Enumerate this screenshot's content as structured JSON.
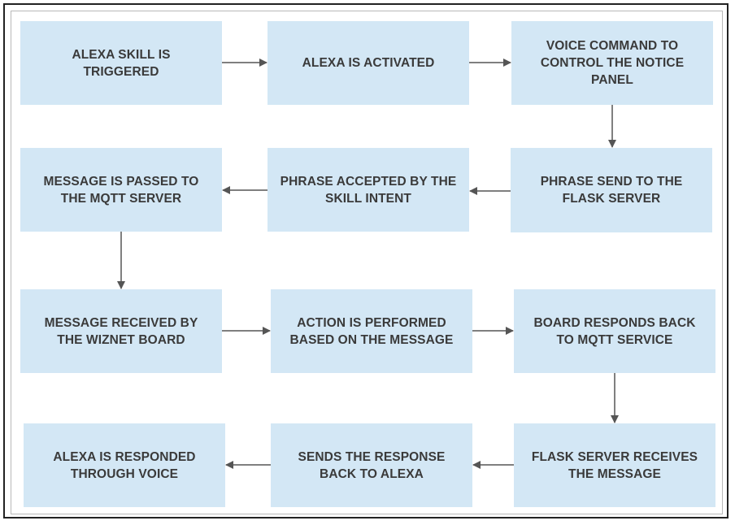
{
  "diagram": {
    "nodes": [
      {
        "id": "n1",
        "label": "ALEXA SKILL IS\nTRIGGERED"
      },
      {
        "id": "n2",
        "label": "ALEXA IS ACTIVATED"
      },
      {
        "id": "n3",
        "label": "VOICE COMMAND TO\nCONTROL THE NOTICE\nPANEL"
      },
      {
        "id": "n4",
        "label": "PHRASE SEND TO THE\nFLASK SERVER"
      },
      {
        "id": "n5",
        "label": "PHRASE ACCEPTED BY THE\nSKILL INTENT"
      },
      {
        "id": "n6",
        "label": "MESSAGE IS PASSED TO\nTHE MQTT SERVER"
      },
      {
        "id": "n7",
        "label": "MESSAGE RECEIVED BY\nTHE WIZNET BOARD"
      },
      {
        "id": "n8",
        "label": "ACTION IS PERFORMED\nBASED ON THE MESSAGE"
      },
      {
        "id": "n9",
        "label": "BOARD RESPONDS BACK\nTO MQTT SERVICE"
      },
      {
        "id": "n10",
        "label": "FLASK SERVER RECEIVES\nTHE MESSAGE"
      },
      {
        "id": "n11",
        "label": "SENDS THE RESPONSE\nBACK TO ALEXA"
      },
      {
        "id": "n12",
        "label": "ALEXA IS RESPONDED\nTHROUGH VOICE"
      }
    ],
    "edges": [
      {
        "from": "n1",
        "to": "n2"
      },
      {
        "from": "n2",
        "to": "n3"
      },
      {
        "from": "n3",
        "to": "n4"
      },
      {
        "from": "n4",
        "to": "n5"
      },
      {
        "from": "n5",
        "to": "n6"
      },
      {
        "from": "n6",
        "to": "n7"
      },
      {
        "from": "n7",
        "to": "n8"
      },
      {
        "from": "n8",
        "to": "n9"
      },
      {
        "from": "n9",
        "to": "n10"
      },
      {
        "from": "n10",
        "to": "n11"
      },
      {
        "from": "n11",
        "to": "n12"
      }
    ],
    "colors": {
      "box": "#d3e7f5",
      "text": "#3a3a3a",
      "arrow": "#555555"
    }
  }
}
